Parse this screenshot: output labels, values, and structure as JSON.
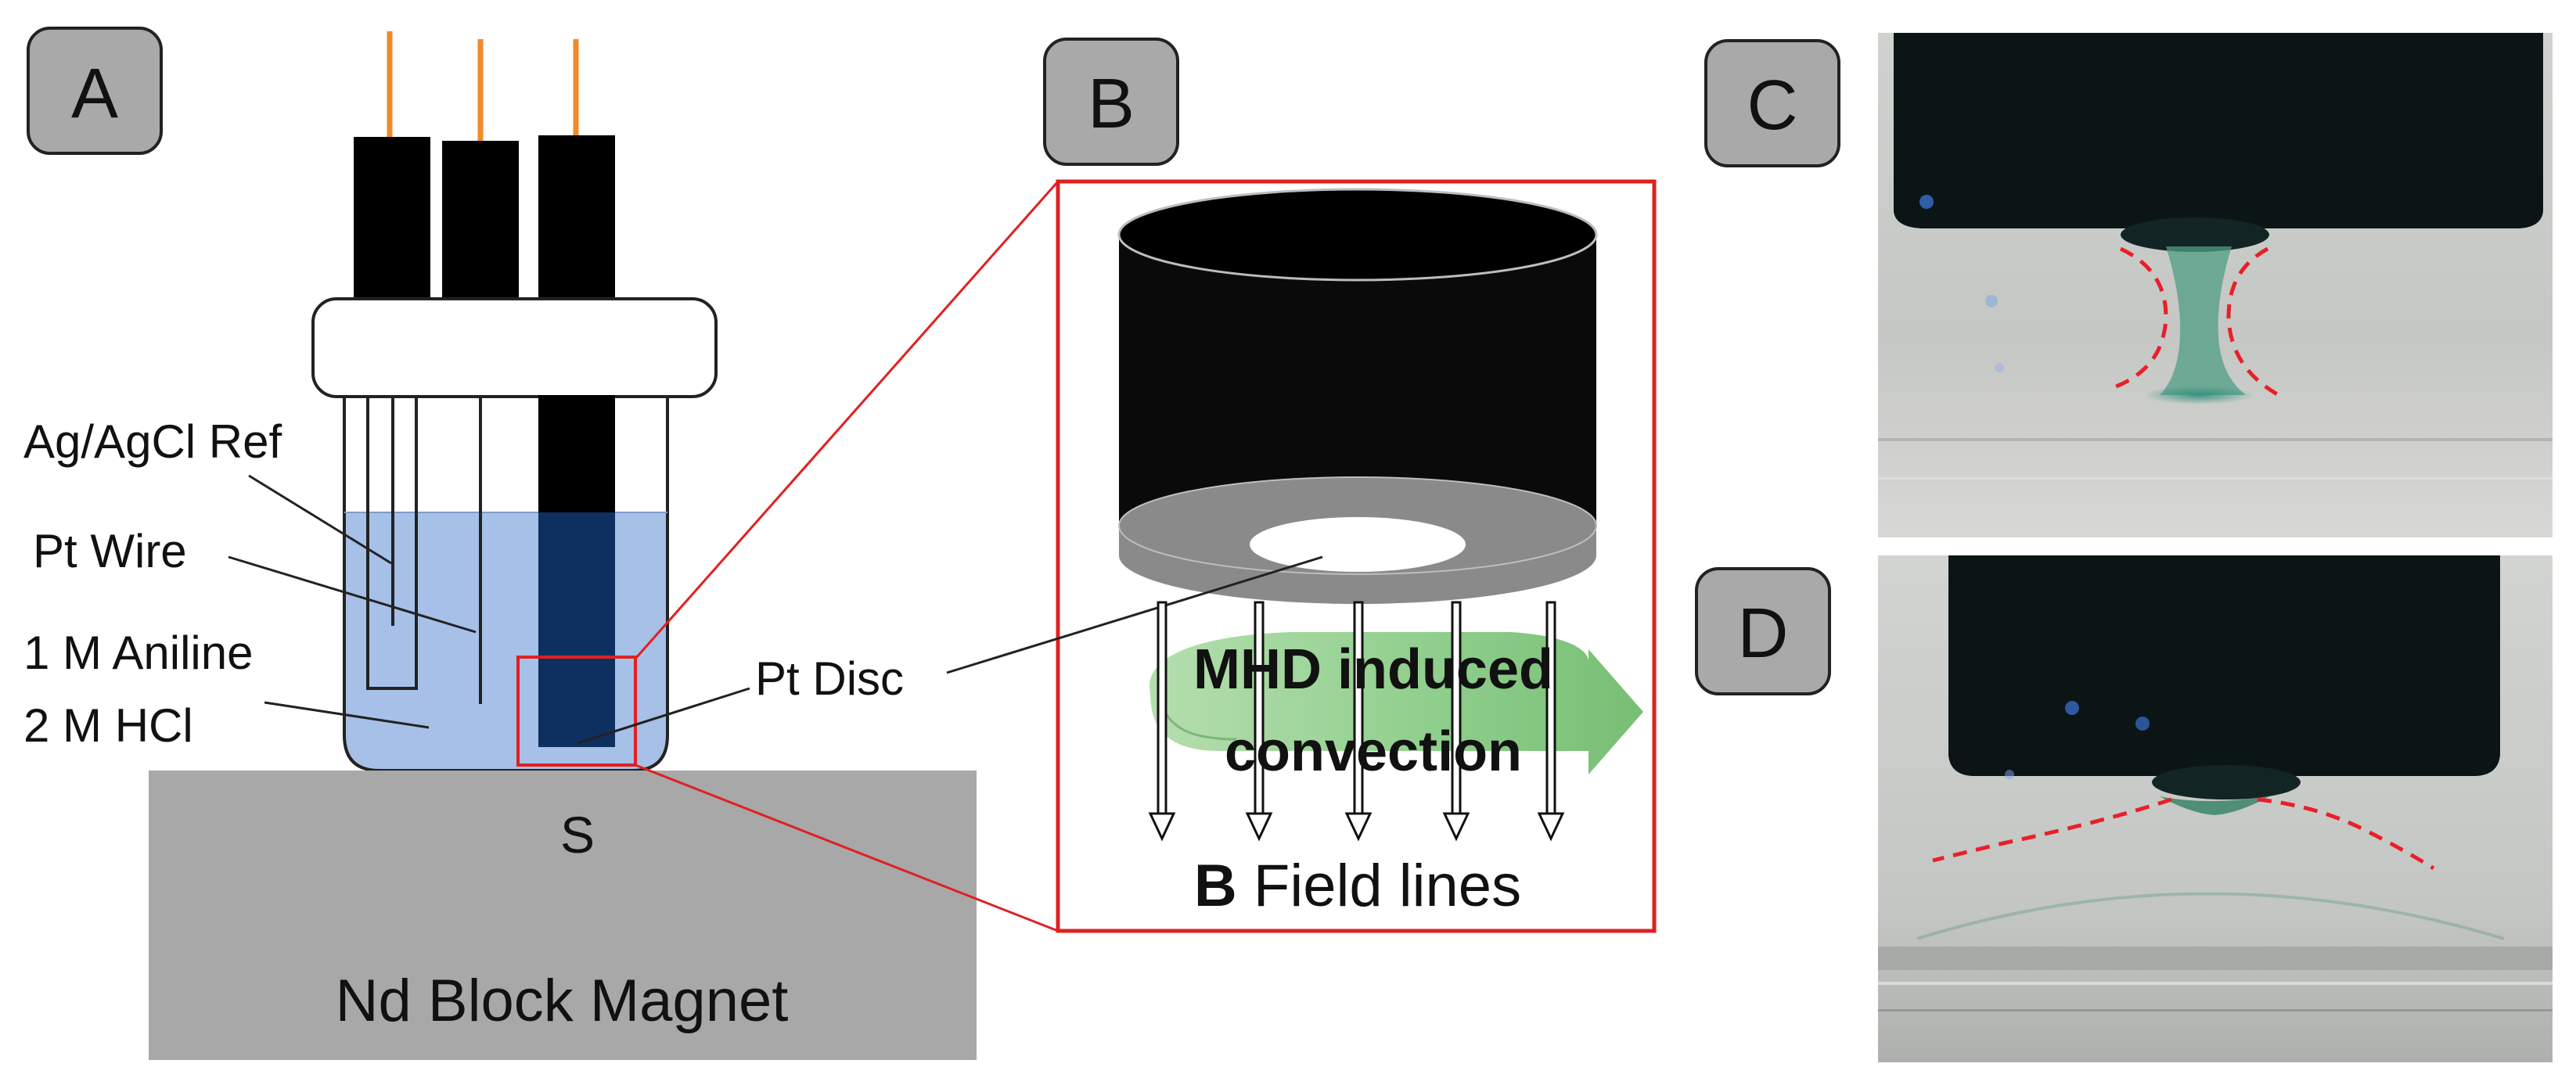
{
  "panels": {
    "a": "A",
    "b": "B",
    "c": "C",
    "d": "D"
  },
  "panel_a": {
    "ref_label": "Ag/AgCl Ref",
    "wire_label": "Pt Wire",
    "aniline_label": "1 M Aniline",
    "hcl_label": "2 M HCl",
    "disc_label": "Pt Disc",
    "pole_label": "S",
    "magnet_label": "Nd Block Magnet"
  },
  "panel_b": {
    "convection_line1": "MHD induced",
    "convection_line2": "convection",
    "field_prefix": "B",
    "field_suffix": " Field lines"
  },
  "colors": {
    "solution": "#a6c0e8",
    "disc_electrode": "#0e3060",
    "magnet": "#a8a8a8",
    "highlight": "#e02020",
    "leads": "#f08a2a",
    "convection_arrow": "#8cc98c",
    "boundary_dash": "#e8202a"
  }
}
